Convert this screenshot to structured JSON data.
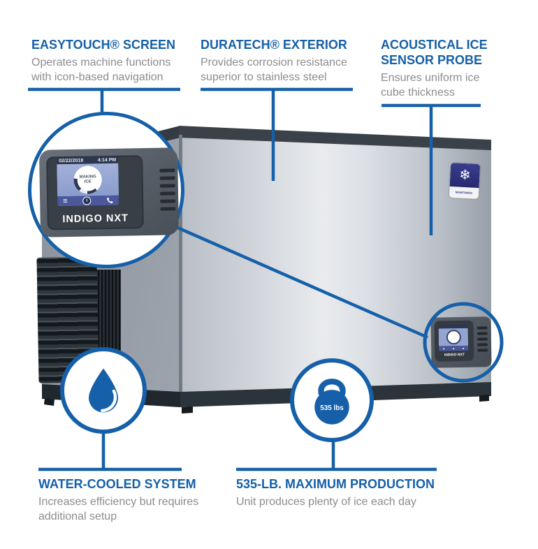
{
  "theme": {
    "accent_blue": "#1560a9",
    "body_gray": "#8c8c8f"
  },
  "callouts": {
    "easytouch": {
      "title": "EASYTOUCH® SCREEN",
      "body": "Operates machine functions with icon-based navigation"
    },
    "duratech": {
      "title": "DURATECH® EXTERIOR",
      "body": "Provides corrosion resistance superior to stainless steel"
    },
    "acoustical": {
      "title": "ACOUSTICAL ICE SENSOR PROBE",
      "body": "Ensures uniform ice cube thickness"
    },
    "water": {
      "title": "WATER-COOLED SYSTEM",
      "body": "Increases efficiency but requires additional setup"
    },
    "production": {
      "title": "535-LB. MAXIMUM PRODUCTION",
      "body": "Unit produces plenty of ice each day"
    }
  },
  "device_screen": {
    "date": "02/22/2018",
    "time": "4:14 PM",
    "status_line1": "MAKING",
    "status_line2": "ICE",
    "logo": "INDIGO NXT"
  },
  "mini_panel": {
    "logo": "INDIGO NXT"
  },
  "badge": {
    "brand": "MANITOWOC",
    "snowflake_icon": "❄"
  },
  "weight_icon": {
    "label": "535 lbs"
  },
  "screen_icons": {
    "menu": "≡",
    "info": "i"
  }
}
